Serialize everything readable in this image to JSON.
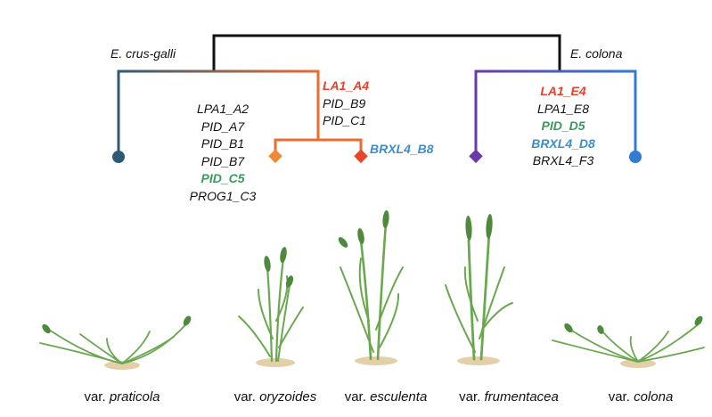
{
  "species": {
    "left": "E. crus-galli",
    "right": "E. colona"
  },
  "genes": {
    "group_a": [
      {
        "text": "LPA1_A2",
        "color": "#111111",
        "bold": false
      },
      {
        "text": "PID_A7",
        "color": "#111111",
        "bold": false
      },
      {
        "text": "PID_B1",
        "color": "#111111",
        "bold": false
      },
      {
        "text": "PID_B7",
        "color": "#111111",
        "bold": false
      },
      {
        "text": "PID_C5",
        "color": "#3a9a5c",
        "bold": true
      },
      {
        "text": "PROG1_C3",
        "color": "#111111",
        "bold": false
      }
    ],
    "group_b": [
      {
        "text": "LA1_A4",
        "color": "#e8402a",
        "bold": true
      },
      {
        "text": "PID_B9",
        "color": "#111111",
        "bold": false
      },
      {
        "text": "PID_C1",
        "color": "#111111",
        "bold": false
      }
    ],
    "group_c": [
      {
        "text": "BRXL4_B8",
        "color": "#3a8fd0",
        "bold": true
      }
    ],
    "group_d": [
      {
        "text": "LA1_E4",
        "color": "#e8402a",
        "bold": true
      },
      {
        "text": "LPA1_E8",
        "color": "#111111",
        "bold": false
      },
      {
        "text": "PID_D5",
        "color": "#3a9a5c",
        "bold": true
      },
      {
        "text": "BRXL4_D8",
        "color": "#3a8fd0",
        "bold": true
      },
      {
        "text": "BRXL4_F3",
        "color": "#111111",
        "bold": false
      }
    ]
  },
  "varieties": [
    {
      "prefix": "var. ",
      "name": "praticola"
    },
    {
      "prefix": "var. ",
      "name": "oryzoides"
    },
    {
      "prefix": "var. ",
      "name": "esculenta"
    },
    {
      "prefix": "var. ",
      "name": "frumentacea"
    },
    {
      "prefix": "var. ",
      "name": "colona"
    }
  ],
  "colors": {
    "root": "#111111",
    "praticola_branch": "#2e5a78",
    "crus_galli_inner": "#ee6a2e",
    "oryzoides": "#f08a36",
    "esculenta": "#e8452a",
    "frumentacea": "#6a3aa8",
    "colona": "#2f7cd2",
    "plant_green": "#6aa84f",
    "soil": "#e3cfa8"
  }
}
